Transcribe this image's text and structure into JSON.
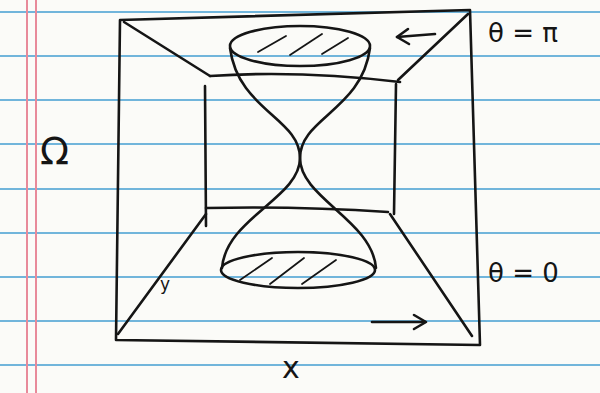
{
  "diagram": {
    "labels": [
      "Ω",
      "θ = π",
      "θ = 0",
      "x",
      "y"
    ]
  }
}
